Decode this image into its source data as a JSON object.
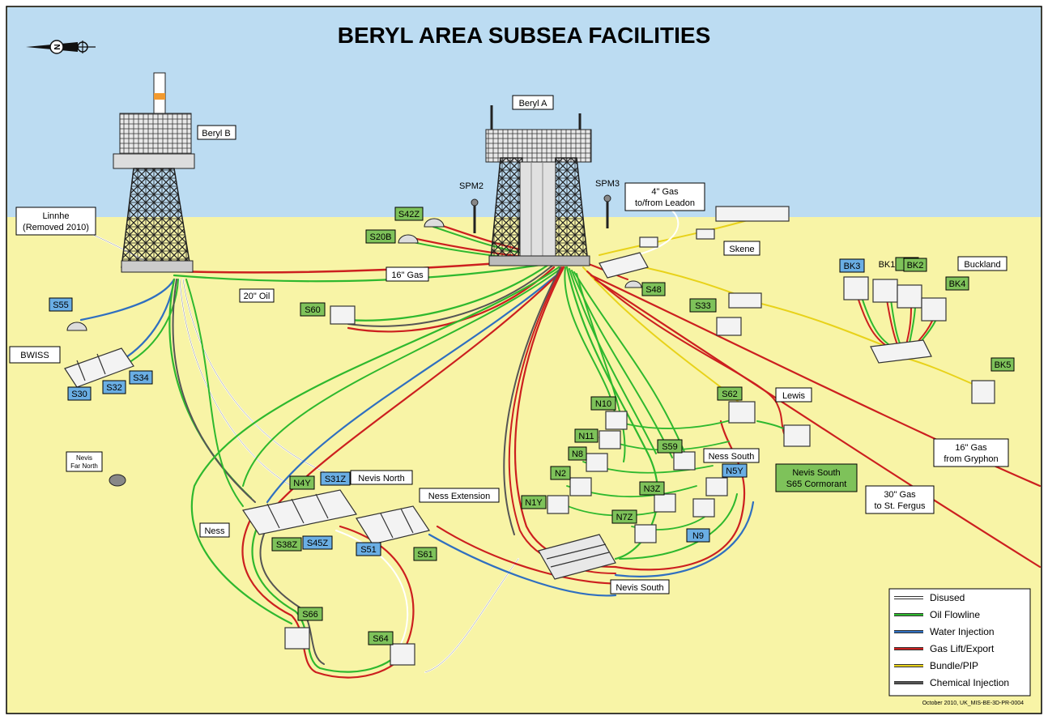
{
  "title": "BERYL AREA SUBSEA FACILITIES",
  "compass_label": "N",
  "platforms": {
    "beryl_b": "Beryl B",
    "beryl_a": "Beryl A",
    "spm2": "SPM2",
    "spm3": "SPM3"
  },
  "white_labels": {
    "linnhe_1": "Linnhe",
    "linnhe_2": "(Removed 2010)",
    "gas4_1": "4\" Gas",
    "gas4_2": "to/from Leadon",
    "skene": "Skene",
    "buckland": "Buckland",
    "gas16": "16\" Gas",
    "oil20": "20\" Oil",
    "bwiss": "BWISS",
    "nevis_far_north_1": "Nevis",
    "nevis_far_north_2": "Far North",
    "lewis": "Lewis",
    "nevis_north": "Nevis North",
    "ness_extension": "Ness Extension",
    "ness_south": "Ness South",
    "ness": "Ness",
    "nevis_south": "Nevis South",
    "gryphon_1": "16\" Gas",
    "gryphon_2": "from Gryphon",
    "fergus_1": "30\" Gas",
    "fergus_2": "to St. Fergus"
  },
  "green_labels": {
    "s42z": "S42Z",
    "s20b": "S20B",
    "s60": "S60",
    "s48": "S48",
    "s33": "S33",
    "bk1": "BK1",
    "bk2": "BK2",
    "bk4": "BK4",
    "bk5": "BK5",
    "n10": "N10",
    "n11": "N11",
    "n8": "N8",
    "n2": "N2",
    "n1y": "N1Y",
    "s59": "S59",
    "n3z": "N3Z",
    "n7z": "N7Z",
    "s62": "S62",
    "n4y": "N4Y",
    "s38z": "S38Z",
    "s61": "S61",
    "s66": "S66",
    "s64": "S64",
    "cormorant_1": "Nevis South",
    "cormorant_2": "S65 Cormorant"
  },
  "blue_labels": {
    "s55": "S55",
    "s30": "S30",
    "s32": "S32",
    "s34": "S34",
    "bk3": "BK3",
    "n5y": "N5Y",
    "n9": "N9",
    "s31z": "S31Z",
    "s45z": "S45Z",
    "s51": "S51"
  },
  "legend": {
    "items": [
      {
        "label": "Disused",
        "color": "#ffffff"
      },
      {
        "label": "Oil Flowline",
        "color": "#2eb82e"
      },
      {
        "label": "Water Injection",
        "color": "#2f6fc0"
      },
      {
        "label": "Gas Lift/Export",
        "color": "#cc1f1f"
      },
      {
        "label": "Bundle/PIP",
        "color": "#e8d21a"
      },
      {
        "label": "Chemical Injection",
        "color": "#555555"
      }
    ]
  },
  "footer": "October 2010, UK_MIS-BE-3D-PR-0004",
  "colors": {
    "sky": "#bcdcf2",
    "seabed": "#f8f4a6",
    "label_green": "#7ec25a",
    "label_blue": "#6aaee4",
    "oil": "#2eb82e",
    "water": "#2f6fc0",
    "gas": "#cc1f1f",
    "bundle": "#e8d21a",
    "chem": "#555555"
  }
}
